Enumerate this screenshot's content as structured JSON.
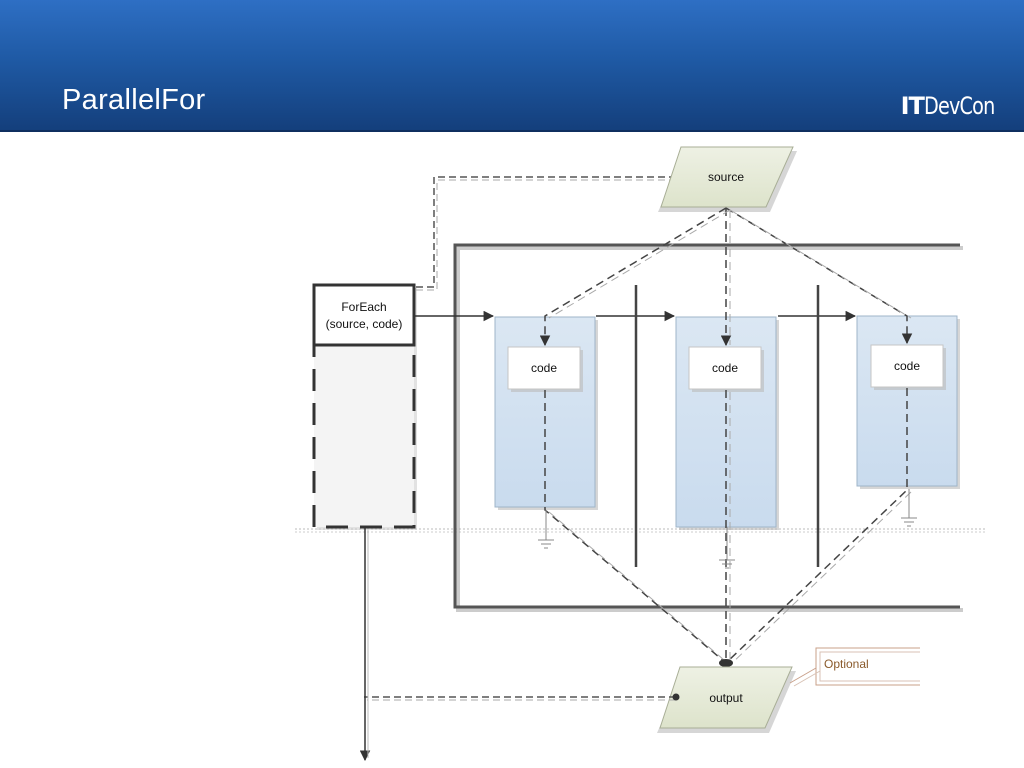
{
  "slide": {
    "title": "ParallelFor",
    "logo": {
      "part1": "IT",
      "part2": "DevCon"
    }
  },
  "diagram": {
    "source_label": "source",
    "output_label": "output",
    "foreach_label_line1": "ForEach",
    "foreach_label_line2": "(source, code)",
    "code_labels": [
      "code",
      "code",
      "code"
    ],
    "annotation_label": "Optional"
  },
  "colors": {
    "header_top": "#2e6fc4",
    "header_bottom": "#143f7c",
    "lane_fill": "#d4e3f1",
    "io_fill": "#e7ecd9",
    "annotation_text": "#8a5a2b"
  }
}
